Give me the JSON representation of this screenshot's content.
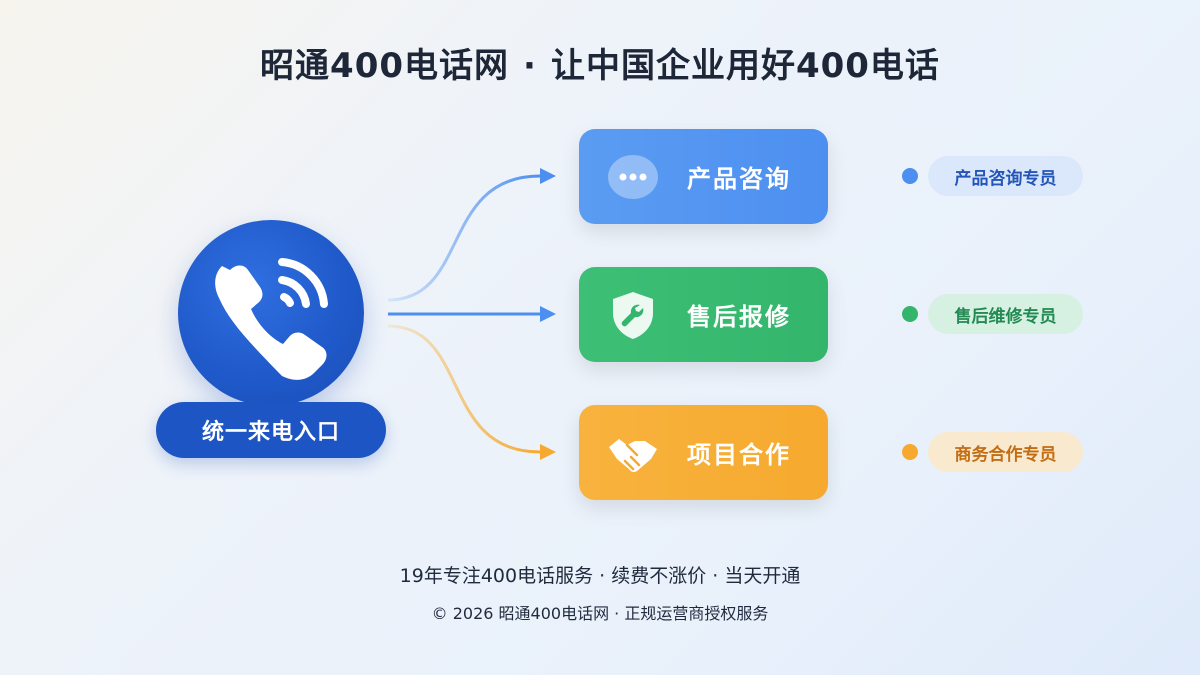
{
  "header": {
    "brand": "昭通400电话网",
    "separator": "·",
    "slogan": "让中国企业用好400电话"
  },
  "entry": {
    "label": "统一来电入口",
    "icon": "phone-ringing-icon",
    "color": "#1d56c4"
  },
  "branches": [
    {
      "label": "产品咨询",
      "icon": "chat-bubble-icon",
      "color": "#4d8ff0",
      "agent": "产品咨询专员"
    },
    {
      "label": "售后报修",
      "icon": "shield-wrench-icon",
      "color": "#33b56c",
      "agent": "售后维修专员"
    },
    {
      "label": "项目合作",
      "icon": "handshake-icon",
      "color": "#f6a92e",
      "agent": "商务合作专员"
    }
  ],
  "footer": {
    "features": "19年专注400电话服务 · 续费不涨价 · 当天开通",
    "copyright": "© 2026 昭通400电话网 · 正规运营商授权服务"
  }
}
